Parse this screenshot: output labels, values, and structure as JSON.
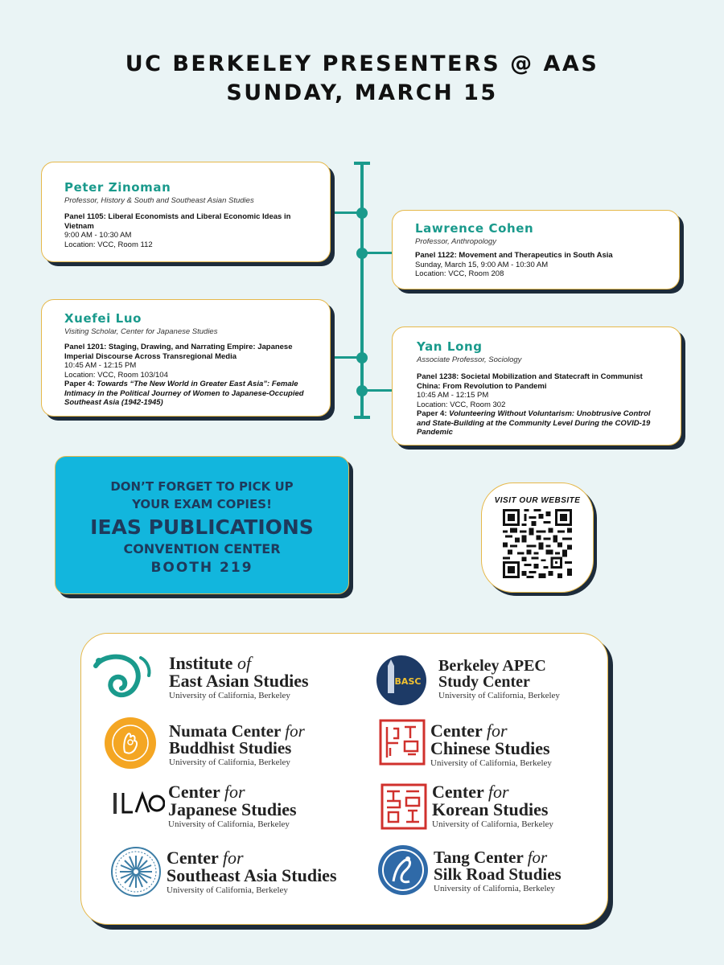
{
  "header": {
    "line1": "UC BERKELEY PRESENTERS @ AAS",
    "line2": "SUNDAY, MARCH 15"
  },
  "presenters": [
    {
      "name": "Peter Zinoman",
      "role": "Professor, History & South and Southeast Asian Studies",
      "panel": "Panel 1105: Liberal Economists and Liberal Economic Ideas in Vietnam",
      "time": "9:00 AM - 10:30 AM",
      "location": "Location: VCC, Room 112"
    },
    {
      "name": "Lawrence Cohen",
      "role": "Professor, Anthropology",
      "panel": "Panel 1122: Movement and Therapeutics in South Asia",
      "time": "Sunday, March 15, 9:00 AM - 10:30 AM",
      "location": "Location: VCC, Room 208"
    },
    {
      "name": "Xuefei Luo",
      "role": "Visiting Scholar, Center for Japanese Studies",
      "panel": "Panel 1201: Staging, Drawing, and Narrating Empire: Japanese Imperial Discourse Across Transregional Media",
      "time": "10:45 AM - 12:15 PM",
      "location": "Location: VCC, Room 103/104",
      "paper_label": "Paper 4: ",
      "paper_title": "Towards “The New World in Greater East Asia”: Female Intimacy in the Political Journey of Women to Japanese-Occupied Southeast Asia (1942-1945)"
    },
    {
      "name": "Yan Long",
      "role": "Associate Professor, Sociology",
      "panel": "Panel 1238: Societal Mobilization and Statecraft in Communist China: From Revolution to Pandemi",
      "time": "10:45 AM - 12:15 PM",
      "location": "Location: VCC, Room 302",
      "paper_label": "Paper 4: ",
      "paper_title": "Volunteering Without Voluntarism: Unobtrusive Control and State-Building at the Community Level During the COVID-19 Pandemic"
    }
  ],
  "reminder": {
    "line1": "DON’T FORGET TO PICK UP",
    "line2": "YOUR EXAM COPIES!",
    "line3": "IEAS PUBLICATIONS",
    "line4": "CONVENTION CENTER",
    "line5": "BOOTH 219"
  },
  "qr": {
    "label": "VISIT OUR WEBSITE"
  },
  "logos": [
    {
      "l1a": "Institute ",
      "l1b": "of",
      "l2a": "East Asian Studies",
      "l2b": "",
      "sub": "University of California, Berkeley"
    },
    {
      "l1a": "Berkeley APEC",
      "l1b": "",
      "l2a": "Study Center",
      "l2b": "",
      "sub": "University of California, Berkeley",
      "badge": "BASC"
    },
    {
      "l1a": "Numata Center ",
      "l1b": "for",
      "l2a": "Buddhist Studies",
      "l2b": "",
      "sub": "University of California, Berkeley"
    },
    {
      "l1a": "Center ",
      "l1b": "for",
      "l2a": "Chinese Studies",
      "l2b": "",
      "sub": "University of California, Berkeley"
    },
    {
      "l1a": "Center ",
      "l1b": "for",
      "l2a": "Japanese Studies",
      "l2b": "",
      "sub": "University of California, Berkeley"
    },
    {
      "l1a": "Center ",
      "l1b": "for",
      "l2a": "Korean Studies",
      "l2b": "",
      "sub": "University of California, Berkeley"
    },
    {
      "l1a": "Center ",
      "l1b": "for",
      "l2a": "Southeast Asia Studies",
      "l2b": "",
      "sub": "University of California, Berkeley"
    },
    {
      "l1a": "Tang Center ",
      "l1b": "for",
      "l2a": "Silk Road Studies",
      "l2b": "",
      "sub": "University of California, Berkeley"
    }
  ],
  "colors": {
    "teal": "#1a9a8c",
    "gold": "#e6b84a",
    "cyan": "#12b6dd",
    "navy": "#1d2b3a",
    "background": "#eaf4f5"
  }
}
